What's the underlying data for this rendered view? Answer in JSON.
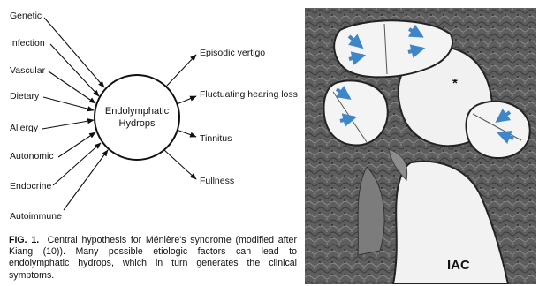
{
  "diagram": {
    "center_line1": "Endolymphatic",
    "center_line2": "Hydrops",
    "factors": [
      "Genetic",
      "Infection",
      "Vascular",
      "Dietary",
      "Allergy",
      "Autonomic",
      "Endocrine",
      "Autoimmune"
    ],
    "symptoms": [
      "Episodic vertigo",
      "Fluctuating hearing loss",
      "Tinnitus",
      "Fullness"
    ]
  },
  "caption": {
    "label": "FIG. 1.",
    "text": "Central hypothesis for Ménière's syndrome (modified after Kiang (10)). Many possible etiologic factors can lead to endolymphatic hydrops, which in turn generates the clinical symptoms."
  },
  "micrograph": {
    "iac_label": "IAC",
    "star_label": "*",
    "arrow_color": "#3f86c9"
  }
}
